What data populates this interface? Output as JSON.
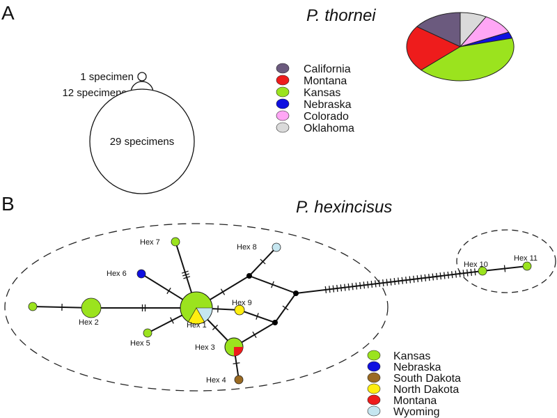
{
  "panel_a": {
    "label": "A",
    "title": "P. thornei",
    "size_legend": [
      {
        "label": "1 specimen",
        "count": 1
      },
      {
        "label": "12 specimens",
        "count": 12
      },
      {
        "label": "29 specimens",
        "count": 29
      }
    ],
    "legend": [
      {
        "label": "California",
        "color": "#6b5a7e"
      },
      {
        "label": "Montana",
        "color": "#ee1c1c"
      },
      {
        "label": "Kansas",
        "color": "#9be31e"
      },
      {
        "label": "Nebraska",
        "color": "#1010e0"
      },
      {
        "label": "Colorado",
        "color": "#ffa6f5"
      },
      {
        "label": "Oklahoma",
        "color": "#dadada"
      }
    ],
    "pie_percent": {
      "Oklahoma": 8,
      "Colorado": 10,
      "Nebraska": 3,
      "Kansas": 42,
      "Montana": 22,
      "California": 15
    }
  },
  "panel_b": {
    "label": "B",
    "title": "P. hexincisus",
    "legend": [
      {
        "label": "Kansas",
        "color": "#9be31e"
      },
      {
        "label": "Nebraska",
        "color": "#1010e0"
      },
      {
        "label": "South Dakota",
        "color": "#9a6a22"
      },
      {
        "label": "North Dakota",
        "color": "#ffee10"
      },
      {
        "label": "Montana",
        "color": "#ee1c1c"
      },
      {
        "label": "Wyoming",
        "color": "#c5e6f0"
      }
    ],
    "haplotypes": [
      {
        "id": "Hex 1",
        "label": "Hex 1",
        "size": 12
      },
      {
        "id": "Hex 2",
        "label": "Hex 2",
        "size": 4
      },
      {
        "id": "Hex 3",
        "label": "Hex 3",
        "size": 3
      },
      {
        "id": "Hex 4",
        "label": "Hex 4",
        "size": 1
      },
      {
        "id": "Hex 5",
        "label": "Hex 5",
        "size": 1
      },
      {
        "id": "Hex 6",
        "label": "Hex 6",
        "size": 1
      },
      {
        "id": "Hex 7",
        "label": "Hex 7",
        "size": 1
      },
      {
        "id": "Hex 8",
        "label": "Hex 8",
        "size": 1
      },
      {
        "id": "Hex 9",
        "label": "Hex 9",
        "size": 1
      },
      {
        "id": "Hex 10",
        "label": "Hex 10",
        "size": 1
      },
      {
        "id": "Hex 11",
        "label": "Hex 11",
        "size": 1
      }
    ],
    "edges_mutations": [
      [
        "L",
        "Hex 2",
        1
      ],
      [
        "Hex 2",
        "Hex 1",
        2
      ],
      [
        "Hex 1",
        "Hex 7",
        3
      ],
      [
        "Hex 1",
        "Hex 6",
        1
      ],
      [
        "Hex 1",
        "Hex 5",
        1
      ],
      [
        "Hex 1",
        "Hex 9",
        1
      ],
      [
        "Hex 1",
        "Hex 3",
        1
      ],
      [
        "Hex 3",
        "Hex 4",
        1
      ],
      [
        "Hex 1",
        "m1",
        1
      ],
      [
        "m1",
        "Hex 8",
        1
      ],
      [
        "m1",
        "m2",
        1
      ],
      [
        "Hex 9",
        "m3",
        1
      ],
      [
        "Hex 3",
        "m3",
        1
      ],
      [
        "m3",
        "m2",
        1
      ],
      [
        "m2",
        "Hex 10",
        40
      ],
      [
        "Hex 10",
        "Hex 11",
        1
      ]
    ]
  }
}
